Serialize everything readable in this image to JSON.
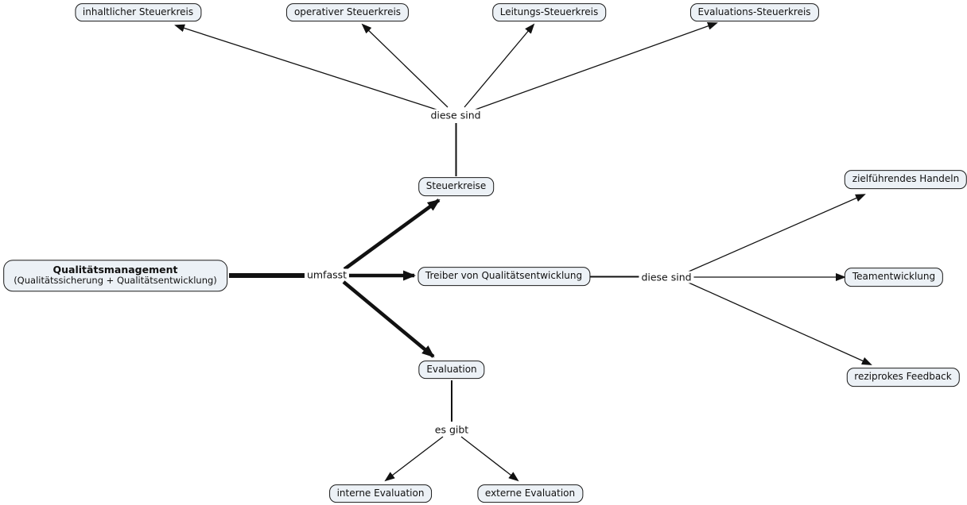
{
  "diagram": {
    "type": "concept-map",
    "style": {
      "background": "#ffffff",
      "node_fill": "#ecf1f6",
      "node_border": "#1a1a1a",
      "line_color": "#111111",
      "text_color": "#111111"
    },
    "concepts": {
      "qualitaetsmanagement": {
        "title": "Qualitätsmanagement",
        "subtitle": "(Qualitätssicherung + Qualitätsentwicklung)"
      },
      "steuerkreise": "Steuerkreise",
      "treiber": "Treiber von Qualitätsentwicklung",
      "evaluation": "Evaluation",
      "inhaltlicher_steuerkreis": "inhaltlicher Steuerkreis",
      "operativer_steuerkreis": "operativer Steuerkreis",
      "leitungs_steuerkreis": "Leitungs-Steuerkreis",
      "evaluations_steuerkreis": "Evaluations-Steuerkreis",
      "zielfuehrendes_handeln": "zielführendes Handeln",
      "teamentwicklung": "Teamentwicklung",
      "reziprokes_feedback": "reziprokes Feedback",
      "interne_evaluation": "interne Evaluation",
      "externe_evaluation": "externe Evaluation"
    },
    "link_labels": {
      "diese_sind_top": "diese sind",
      "umfasst": "umfasst",
      "diese_sind_right": "diese sind",
      "es_gibt": "es gibt"
    }
  }
}
